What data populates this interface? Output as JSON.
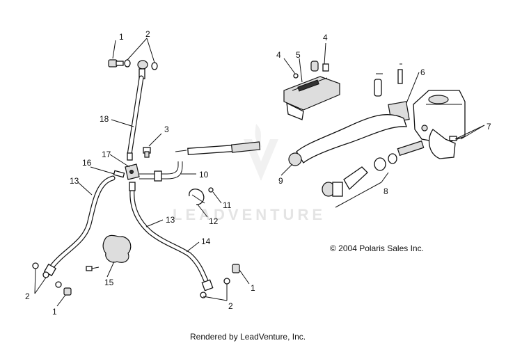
{
  "diagram": {
    "callouts": {
      "c1_top": "1",
      "c2_top": "2",
      "c18": "18",
      "c3": "3",
      "c17": "17",
      "c16": "16",
      "c10": "10",
      "c13_left": "13",
      "c13_mid": "13",
      "c11": "11",
      "c12": "12",
      "c14": "14",
      "c15": "15",
      "c2_bl": "2",
      "c1_bl": "1",
      "c1_br": "1",
      "c2_br": "2",
      "c4_left": "4",
      "c5": "5",
      "c4_right": "4",
      "c6": "6",
      "c7": "7",
      "c8": "8",
      "c9": "9"
    },
    "copyright": "© 2004 Polaris Sales Inc.",
    "footer": "Rendered by LeadVenture, Inc.",
    "watermark": "LEADVENTURE"
  }
}
